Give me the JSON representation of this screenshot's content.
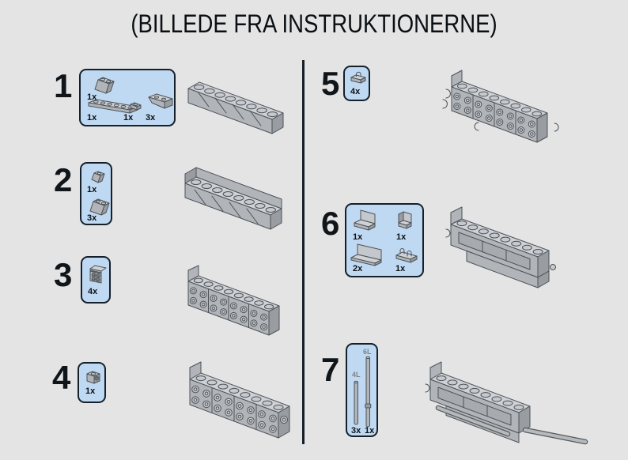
{
  "title": "(BILLEDE FRA INSTRUKTIONERNE)",
  "colors": {
    "background": "#e4e4e4",
    "callout_fill": "#bfd9f2",
    "callout_border": "#15202b",
    "divider": "#15202b",
    "text": "#0d1115",
    "brick_top": "#ced2d6",
    "brick_front": "#b1b5b9",
    "brick_side": "#999da1",
    "brick_outline": "#4d5257"
  },
  "steps": [
    {
      "number": "1",
      "parts": [
        {
          "icon": "slope-brick-2x2-icon",
          "qty": "1x"
        },
        {
          "icon": "plate-1x6-icon",
          "qty": "1x"
        },
        {
          "icon": "plate-1x1-icon",
          "qty": "1x"
        },
        {
          "icon": "inverted-slope-2x2-icon",
          "qty": "3x"
        }
      ]
    },
    {
      "number": "2",
      "parts": [
        {
          "icon": "slope-1x1-icon",
          "qty": "1x"
        },
        {
          "icon": "slope-2x2-icon",
          "qty": "3x"
        }
      ]
    },
    {
      "number": "3",
      "parts": [
        {
          "icon": "bracket-1x2-2x2-icon",
          "qty": "4x"
        }
      ]
    },
    {
      "number": "4",
      "parts": [
        {
          "icon": "brick-1x1-side-stud-icon",
          "qty": "1x"
        }
      ]
    },
    {
      "number": "5",
      "parts": [
        {
          "icon": "plate-1x2-clip-icon",
          "qty": "4x"
        }
      ]
    },
    {
      "number": "6",
      "parts": [
        {
          "icon": "panel-1x2-icon",
          "qty": "1x"
        },
        {
          "icon": "panel-1x1-corner-icon",
          "qty": "1x"
        },
        {
          "icon": "panel-1x4-icon",
          "qty": "2x"
        },
        {
          "icon": "plate-with-clips-icon",
          "qty": "1x"
        }
      ]
    },
    {
      "number": "7",
      "parts": [
        {
          "icon": "bar-4l-icon",
          "qty": "3x",
          "length_label": "4L"
        },
        {
          "icon": "bar-6l-icon",
          "qty": "1x",
          "length_label": "6L"
        }
      ]
    }
  ]
}
